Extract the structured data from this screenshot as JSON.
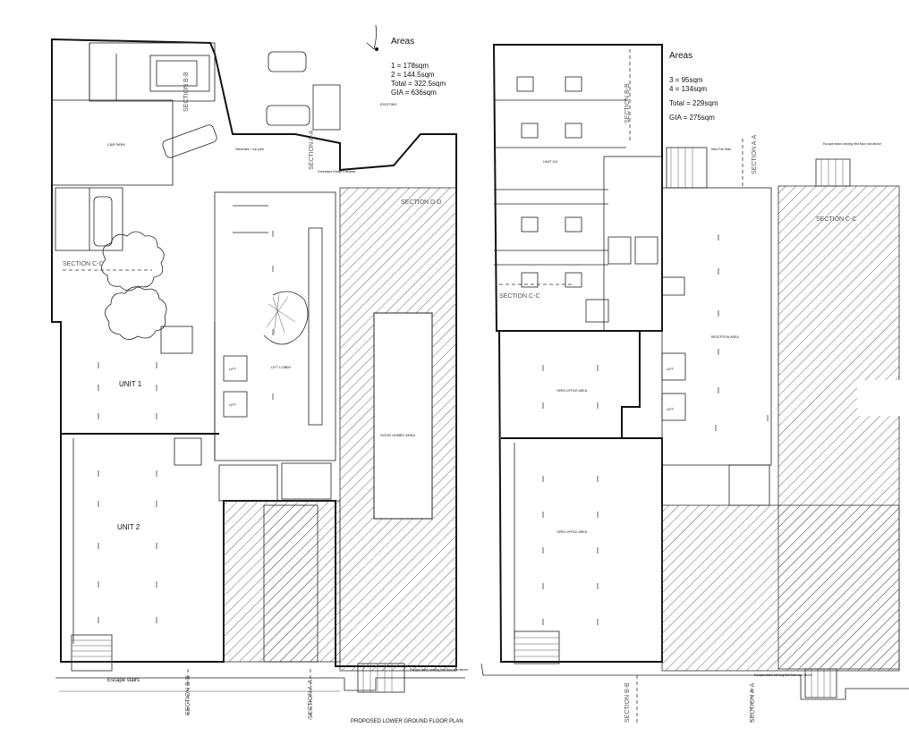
{
  "title": "PROPOSED LOWER GROUND FLOOR PLAN",
  "left_plan": {
    "areas_title": "Areas",
    "areas_lines": [
      "1 = 178sqm",
      "2 = 144.5sqm",
      "Total = 322.5sqm",
      "GIA = 636sqm"
    ],
    "units": [
      "UNIT 1",
      "UNIT 2"
    ],
    "rooms": [
      "CAR PARK",
      "LIFT LOBBY",
      "LIFT",
      "LIFT",
      "GOOD HOBBY AREA",
      "EXISTING"
    ],
    "notes": [
      "Escape stairs",
      "Escape stairs serving first floor and above",
      "Greenacre Estate Entrance",
      "Deliveries + car park"
    ],
    "sections": [
      "SECTION C-C",
      "SECTION D-D",
      "SECTION A-A",
      "SECTION B-B",
      "SECTION B-B",
      "SECTION A-A"
    ]
  },
  "right_plan": {
    "areas_title": "Areas",
    "areas_lines": [
      "3 = 95sqm",
      "4 = 134sqm",
      "Total = 229sqm",
      "GIA = 275sqm"
    ],
    "units": [
      "UNIT 3/4"
    ],
    "rooms": [
      "RECEPTION AREA",
      "OPEN OFFICE AREA",
      "OPEN OFFICE AREA",
      "LIFT",
      "LIFT"
    ],
    "notes": [
      "New Fire Stair",
      "Escape stairs serving first floor and above",
      "Escape stairs serving first floor and above"
    ],
    "sections": [
      "SECTION B-B",
      "SECTION A-A",
      "SECTION C-C",
      "SECTION C-C",
      "SECTION B-B",
      "SECTION A-A"
    ]
  },
  "colors": {
    "ink": "#111111",
    "hatch": "#555555",
    "background": "#ffffff"
  }
}
